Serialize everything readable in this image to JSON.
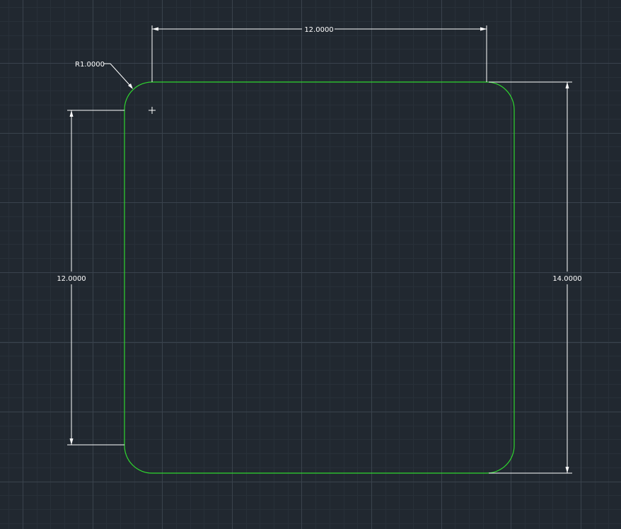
{
  "colors": {
    "background": "#212830",
    "grid_major": "#3a434d",
    "grid_minor": "#283039",
    "geometry": "#2fd62f",
    "dimension": "#ffffff"
  },
  "drawing": {
    "units_note": "",
    "shape": {
      "type": "rounded-rectangle",
      "width": 14.0,
      "height": 14.0,
      "corner_radius": 1.0
    },
    "dimensions": {
      "top_width": "12.0000",
      "left_height": "12.0000",
      "right_height": "14.0000",
      "radius": "R1.0000"
    },
    "cursor_icon": "crosshair-cursor-icon"
  }
}
